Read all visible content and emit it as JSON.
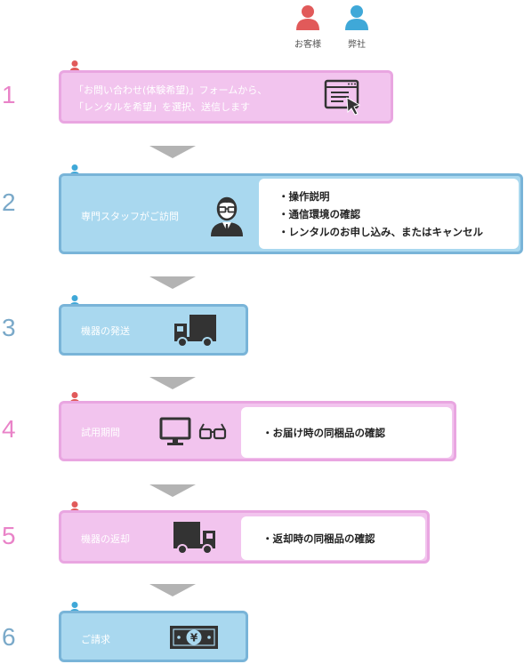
{
  "legend": {
    "customer": "お客様",
    "company": "弊社"
  },
  "colors": {
    "customer": "#e15a5a",
    "company": "#3fa8d8",
    "pink_fill": "#f2c4ee",
    "blue_fill": "#a9d8ef",
    "arrow": "#b3b3b3"
  },
  "steps": [
    {
      "number": "1",
      "actor": "customer",
      "lines": [
        "「お問い合わせ(体験希望)」フォームから、",
        "「レンタルを希望」を選択、送信します"
      ],
      "icon": "web-form-icon",
      "details": []
    },
    {
      "number": "2",
      "actor": "company",
      "label": "専門スタッフがご訪問",
      "icon": "staff-icon",
      "details": [
        "・操作説明",
        "・通信環境の確認",
        "・レンタルのお申し込み、またはキャンセル"
      ]
    },
    {
      "number": "3",
      "actor": "company",
      "label": "機器の発送",
      "icon": "truck-icon",
      "details": []
    },
    {
      "number": "4",
      "actor": "customer",
      "label": "試用期間",
      "icon": "monitor-glasses-icon",
      "details": [
        "・お届け時の同梱品の確認"
      ]
    },
    {
      "number": "5",
      "actor": "customer",
      "label": "機器の返却",
      "icon": "truck-icon",
      "details": [
        "・返却時の同梱品の確認"
      ]
    },
    {
      "number": "6",
      "actor": "company",
      "label": "ご請求",
      "icon": "yen-banknote-icon",
      "details": []
    }
  ]
}
